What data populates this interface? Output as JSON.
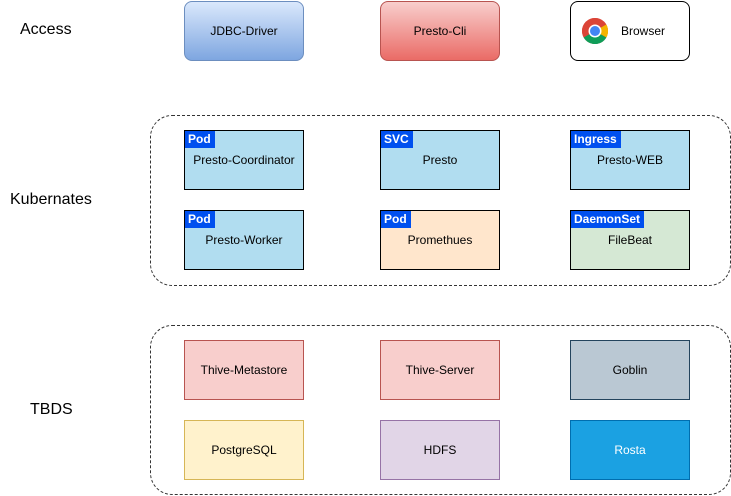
{
  "labels": {
    "access": "Access",
    "kubernetes": "Kubernates",
    "tbds": "TBDS"
  },
  "access": {
    "jdbc": "JDBC-Driver",
    "cli": "Presto-Cli",
    "browser": "Browser",
    "browser_icon": "chrome-icon"
  },
  "kubernetes": {
    "nodes": [
      {
        "badge": "Pod",
        "label": "Presto-Coordinator"
      },
      {
        "badge": "SVC",
        "label": "Presto"
      },
      {
        "badge": "Ingress",
        "label": "Presto-WEB"
      },
      {
        "badge": "Pod",
        "label": "Presto-Worker"
      },
      {
        "badge": "Pod",
        "label": "Promethues"
      },
      {
        "badge": "DaemonSet",
        "label": "FileBeat"
      }
    ]
  },
  "tbds": {
    "nodes": [
      {
        "label": "Thive-Metastore"
      },
      {
        "label": "Thive-Server"
      },
      {
        "label": "Goblin"
      },
      {
        "label": "PostgreSQL"
      },
      {
        "label": "HDFS"
      },
      {
        "label": "Rosta"
      }
    ]
  },
  "colors": {
    "badge": "#0050ef",
    "k8s_blue": "#b1ddf0",
    "k8s_peach": "#ffe6cc",
    "k8s_green": "#d5e8d4",
    "tbds_pink": "#f8cecc",
    "tbds_slate": "#bac8d3",
    "tbds_cream": "#fff2cc",
    "tbds_lilac": "#e1d5e7",
    "tbds_azure": "#1ba1e2"
  }
}
